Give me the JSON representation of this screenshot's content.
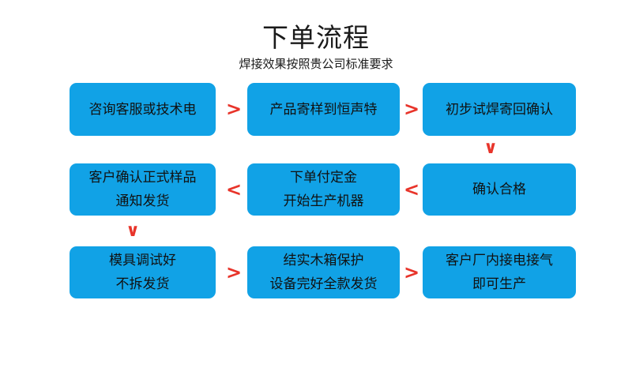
{
  "header": {
    "title": "下单流程",
    "subtitle": "焊接效果按照贵公司标准要求"
  },
  "colors": {
    "node_fill": "#11a2e6",
    "arrow_red": "#e8342a",
    "text_dark": "#111111",
    "background": "#ffffff"
  },
  "flow": {
    "nodes": [
      {
        "id": "n1",
        "row": 1,
        "col": 1,
        "lines": [
          "咨询客服或技术电"
        ]
      },
      {
        "id": "n2",
        "row": 1,
        "col": 2,
        "lines": [
          "产品寄样到恒声特"
        ]
      },
      {
        "id": "n3",
        "row": 1,
        "col": 3,
        "lines": [
          "初步试焊寄回确认"
        ]
      },
      {
        "id": "n4",
        "row": 2,
        "col": 1,
        "lines": [
          "客户确认正式样品",
          "通知发货"
        ]
      },
      {
        "id": "n5",
        "row": 2,
        "col": 2,
        "lines": [
          "下单付定金",
          "开始生产机器"
        ]
      },
      {
        "id": "n6",
        "row": 2,
        "col": 3,
        "lines": [
          "确认合格"
        ]
      },
      {
        "id": "n7",
        "row": 3,
        "col": 1,
        "lines": [
          "模具调试好",
          "不拆发货"
        ]
      },
      {
        "id": "n8",
        "row": 3,
        "col": 2,
        "lines": [
          "结实木箱保护",
          "设备完好全款发货"
        ]
      },
      {
        "id": "n9",
        "row": 3,
        "col": 3,
        "lines": [
          "客户厂内接电接气",
          "即可生产"
        ]
      }
    ],
    "connectors": [
      {
        "id": "c1",
        "from": "n1",
        "to": "n2",
        "direction": "right",
        "glyph": ">"
      },
      {
        "id": "c2",
        "from": "n2",
        "to": "n3",
        "direction": "right",
        "glyph": ">"
      },
      {
        "id": "c3",
        "from": "n3",
        "to": "n6",
        "direction": "down",
        "glyph": "∨"
      },
      {
        "id": "c4",
        "from": "n6",
        "to": "n5",
        "direction": "left",
        "glyph": "<"
      },
      {
        "id": "c5",
        "from": "n5",
        "to": "n4",
        "direction": "left",
        "glyph": "<"
      },
      {
        "id": "c6",
        "from": "n4",
        "to": "n7",
        "direction": "down",
        "glyph": "∨"
      },
      {
        "id": "c7",
        "from": "n7",
        "to": "n8",
        "direction": "right",
        "glyph": ">"
      },
      {
        "id": "c8",
        "from": "n8",
        "to": "n9",
        "direction": "right",
        "glyph": ">"
      }
    ]
  }
}
